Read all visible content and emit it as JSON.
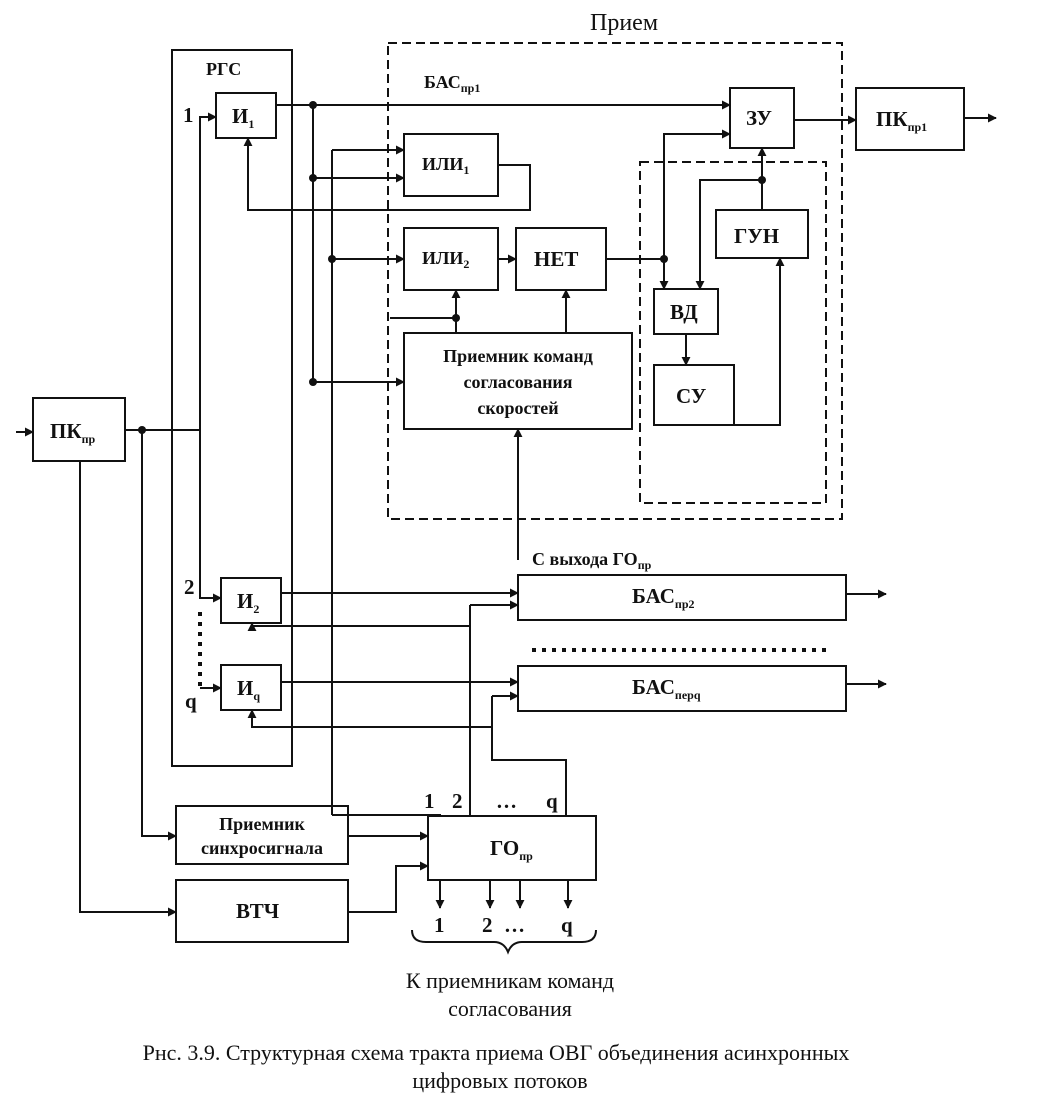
{
  "labels": {
    "priem": "Прием",
    "rgs": "РГС",
    "bas_pr1": "БАС",
    "bas_pr1_sub": "пр1",
    "pk_pr_in": "ПК",
    "pk_pr_in_sub": "пр",
    "pk_pr1": "ПК",
    "pk_pr1_sub": "пр1",
    "i1": "И",
    "i1_sub": "1",
    "i2": "И",
    "i2_sub": "2",
    "iq": "И",
    "iq_sub": "q",
    "ili1": "ИЛИ",
    "ili1_sub": "1",
    "ili2": "ИЛИ",
    "ili2_sub": "2",
    "net": "НЕТ",
    "zu": "ЗУ",
    "gun": "ГУН",
    "vd": "ВД",
    "su": "СУ",
    "cmd_rx_1": "Приемник команд",
    "cmd_rx_2": "согласования",
    "cmd_rx_3": "скоростей",
    "from_go": "С выхода ГО",
    "from_go_sub": "пр",
    "bas_pr2": "БАС",
    "bas_pr2_sub": "пр2",
    "bas_perq": "БАС",
    "bas_perq_sub": "перq",
    "sync_rx_1": "Приемник",
    "sync_rx_2": "синхросигнала",
    "vtch": "ВТЧ",
    "go_pr": "ГО",
    "go_pr_sub": "пр",
    "in_1": "1",
    "in_2": "2",
    "in_q": "q",
    "go_in_1": "1",
    "go_in_2": "2",
    "go_in_dots": "…",
    "go_in_q": "q",
    "go_out_1": "1",
    "go_out_2": "2",
    "go_out_dots": "…",
    "go_out_q": "q",
    "to_cmd_rx_1": "К приемникам команд",
    "to_cmd_rx_2": "согласования"
  },
  "caption": {
    "line1": "Рнс. 3.9. Структурная схема тракта приема ОВГ объединения асинхронных",
    "line2": "цифровых потоков"
  }
}
